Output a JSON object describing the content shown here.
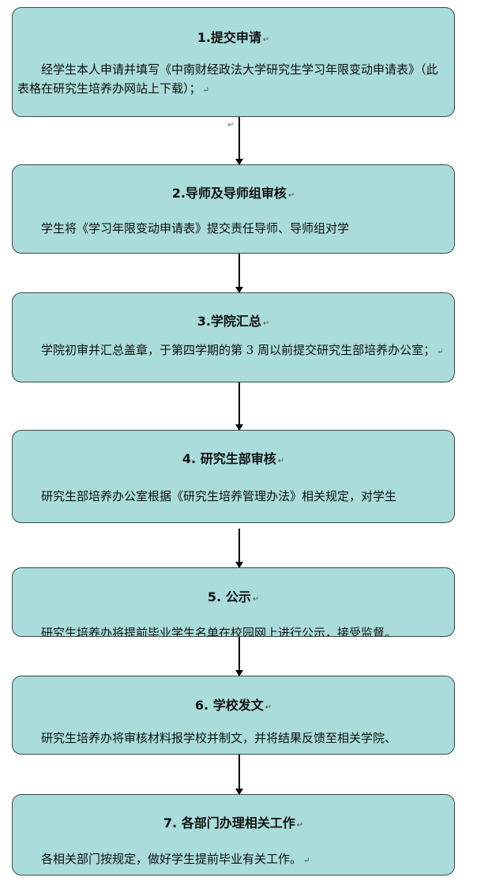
{
  "paragraph_mark": "↵",
  "colors": {
    "box_fill": "#a9dcda",
    "box_border": "#3d4a4a",
    "arrow": "#000000"
  },
  "steps": [
    {
      "title": "1.提交申请",
      "body": "经学生本人申请并填写《中南财经政法大学研究生学习年限变动申请表》（此表格在研究生培养办网站上下载）；"
    },
    {
      "title": "2.导师及导师组审核",
      "body": "学生将《学习年限变动申请表》提交责任导师、导师组对学"
    },
    {
      "title": "3.学院汇总",
      "body": "学院初审并汇总盖章，于第四学期的第 3 周以前提交研究生部培养办公室；"
    },
    {
      "title": "4. 研究生部审核",
      "body": "研究生部培养办公室根据《研究生培养管理办法》相关规定，对学生"
    },
    {
      "title": "5. 公示",
      "body": "研究生培养办将提前毕业学生名单在校园网上进行公示，接受监督。"
    },
    {
      "title": "6. 学校发文",
      "body": "研究生培养办将审核材料报学校并制文，并将结果反馈至相关学院、"
    },
    {
      "title": "7. 各部门办理相关工作",
      "body": "各相关部门按规定，做好学生提前毕业有关工作。"
    }
  ]
}
